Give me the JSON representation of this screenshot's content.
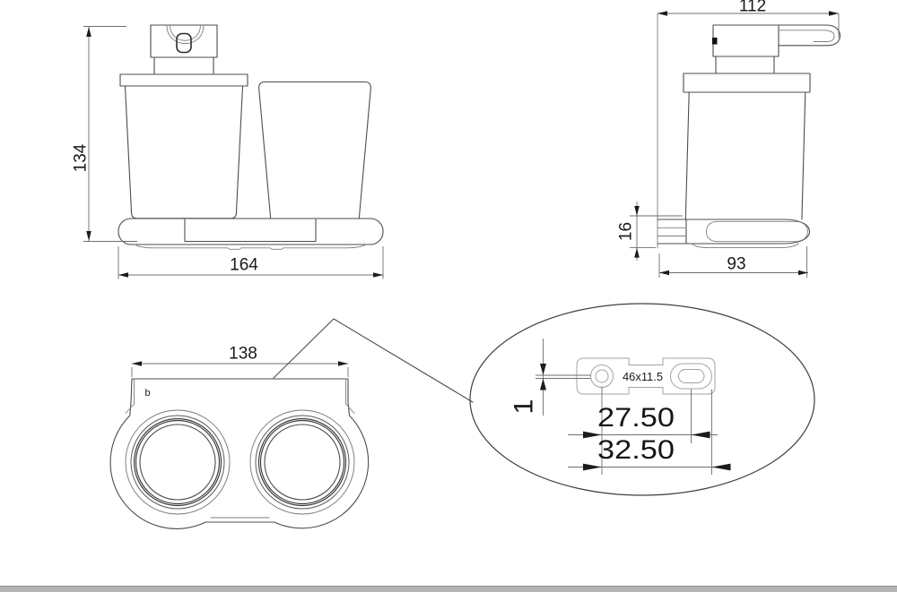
{
  "drawing": {
    "front_view": {
      "dim_height": "134",
      "dim_width": "164"
    },
    "side_view": {
      "dim_width": "112",
      "dim_holder_height": "16",
      "dim_depth": "93"
    },
    "plan_view": {
      "dim_width": "138",
      "surface_mark": "b"
    },
    "detail_view": {
      "dim_offset": "1",
      "dim_hole_pitch": "27.50",
      "dim_slot_pitch": "32.50",
      "slot_size_label": "46x11.5"
    },
    "colors": {
      "background": "#ffffff",
      "geometry_line": "#4d4d4d",
      "dimension_line": "#6f6f6f",
      "dimension_text": "#1a1a1a",
      "detail_plate_line": "#a3a3a3",
      "detail_label_text": "#b3b3b3",
      "scrollbar": "#b4b4b4"
    }
  }
}
